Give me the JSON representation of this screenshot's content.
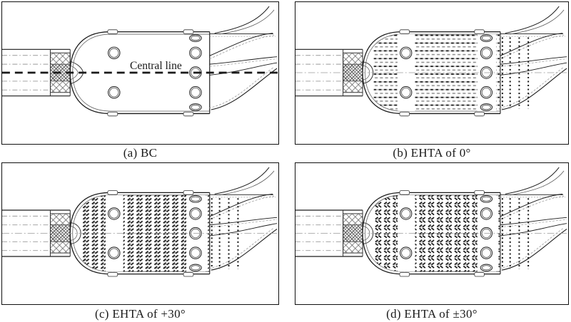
{
  "figure": {
    "background": "#ffffff",
    "colors": {
      "line": "#1a1a1a",
      "mid": "#555555",
      "faint": "#9a9a9a",
      "mark": "#111111",
      "mark_soft": "#8a8a8a"
    },
    "panels": [
      {
        "id": "a",
        "caption": "(a) BC",
        "pattern": "none",
        "annotation": "Central line"
      },
      {
        "id": "b",
        "caption": "(b) EHTA of 0°",
        "pattern": "horizontal"
      },
      {
        "id": "c",
        "caption": "(c) EHTA of +30°",
        "pattern": "tilt-plus"
      },
      {
        "id": "d",
        "caption": "(d) EHTA of ±30°",
        "pattern": "tilt-both"
      }
    ]
  }
}
